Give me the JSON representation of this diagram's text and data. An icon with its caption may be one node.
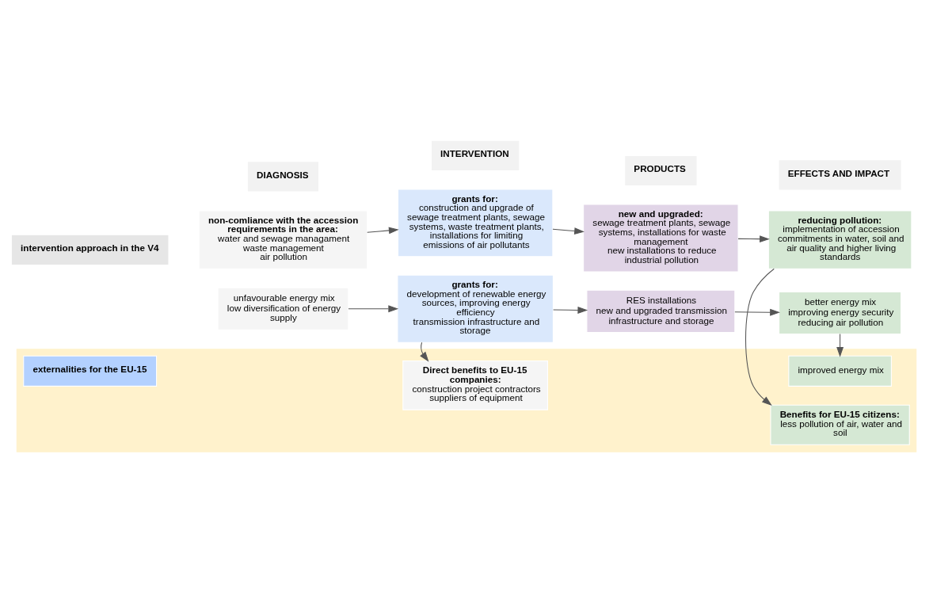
{
  "diagram": {
    "nodes": [
      {
        "text": [
          "DIAGNOSIS"
        ]
      },
      {
        "text": [
          "INTERVENTION"
        ]
      },
      {
        "text": [
          "PRODUCTS"
        ]
      },
      {
        "text": [
          "EFFECTS AND IMPACT"
        ]
      },
      {
        "text": [
          "intervention approach in the V4"
        ]
      },
      {
        "text": [
          "non-comliance with the accession requirements in the area:",
          "water and sewage managament",
          "waste management",
          "air pollution"
        ]
      },
      {
        "text": [
          "grants for:",
          "construction and upgrade of sewage treatment plants, sewage systems, waste treatment plants, installations for limiting emissions of air pollutants"
        ]
      },
      {
        "text": [
          "new and upgraded:",
          "sewage treatment plants, sewage systems, installations for waste management",
          "new installations to reduce industrial pollution"
        ]
      },
      {
        "text": [
          "reducing pollution:",
          "implementation of accession commitments in water, soil and air quality and higher living standards"
        ]
      },
      {
        "text": [
          "unfavourable energy mix",
          "low diversification of energy supply"
        ]
      },
      {
        "text": [
          "grants for:",
          "development of renewable energy sources, improving energy efficiency",
          "transmission infrastructure and storage"
        ]
      },
      {
        "text": [
          "RES installations",
          "new and upgraded transmission infrastructure and storage"
        ]
      },
      {
        "text": [
          "better energy mix",
          "improving energy security",
          "reducing air pollution"
        ]
      },
      {
        "text": [],
        "shape": "box"
      },
      {
        "text": [
          "externalities for the EU-15"
        ],
        "in": 13
      },
      {
        "text": [
          "Direct benefits to EU-15 companies:",
          "construction project contractors",
          "suppliers of equipment"
        ],
        "in": 13
      },
      {
        "text": [
          "Benefits for EU-15 citizens:",
          "less pollution of air, water and soil"
        ],
        "in": 13
      },
      {
        "text": [
          "improved energy mix"
        ],
        "in": 13
      }
    ],
    "edges": [
      {
        "from": 5,
        "to": 6,
        "arrow": "to"
      },
      {
        "from": 6,
        "to": 7,
        "arrow": "to"
      },
      {
        "from": 7,
        "to": 8,
        "arrow": "to"
      },
      {
        "from": 8,
        "to": 16,
        "arrow": "to"
      },
      {
        "from": 9,
        "to": 10,
        "arrow": "to"
      },
      {
        "from": 10,
        "to": 11,
        "arrow": "to"
      },
      {
        "from": 11,
        "to": 12,
        "arrow": "to"
      },
      {
        "from": 10,
        "to": 15,
        "arrow": "to"
      },
      {
        "from": 12,
        "to": 17,
        "arrow": "to"
      }
    ]
  }
}
